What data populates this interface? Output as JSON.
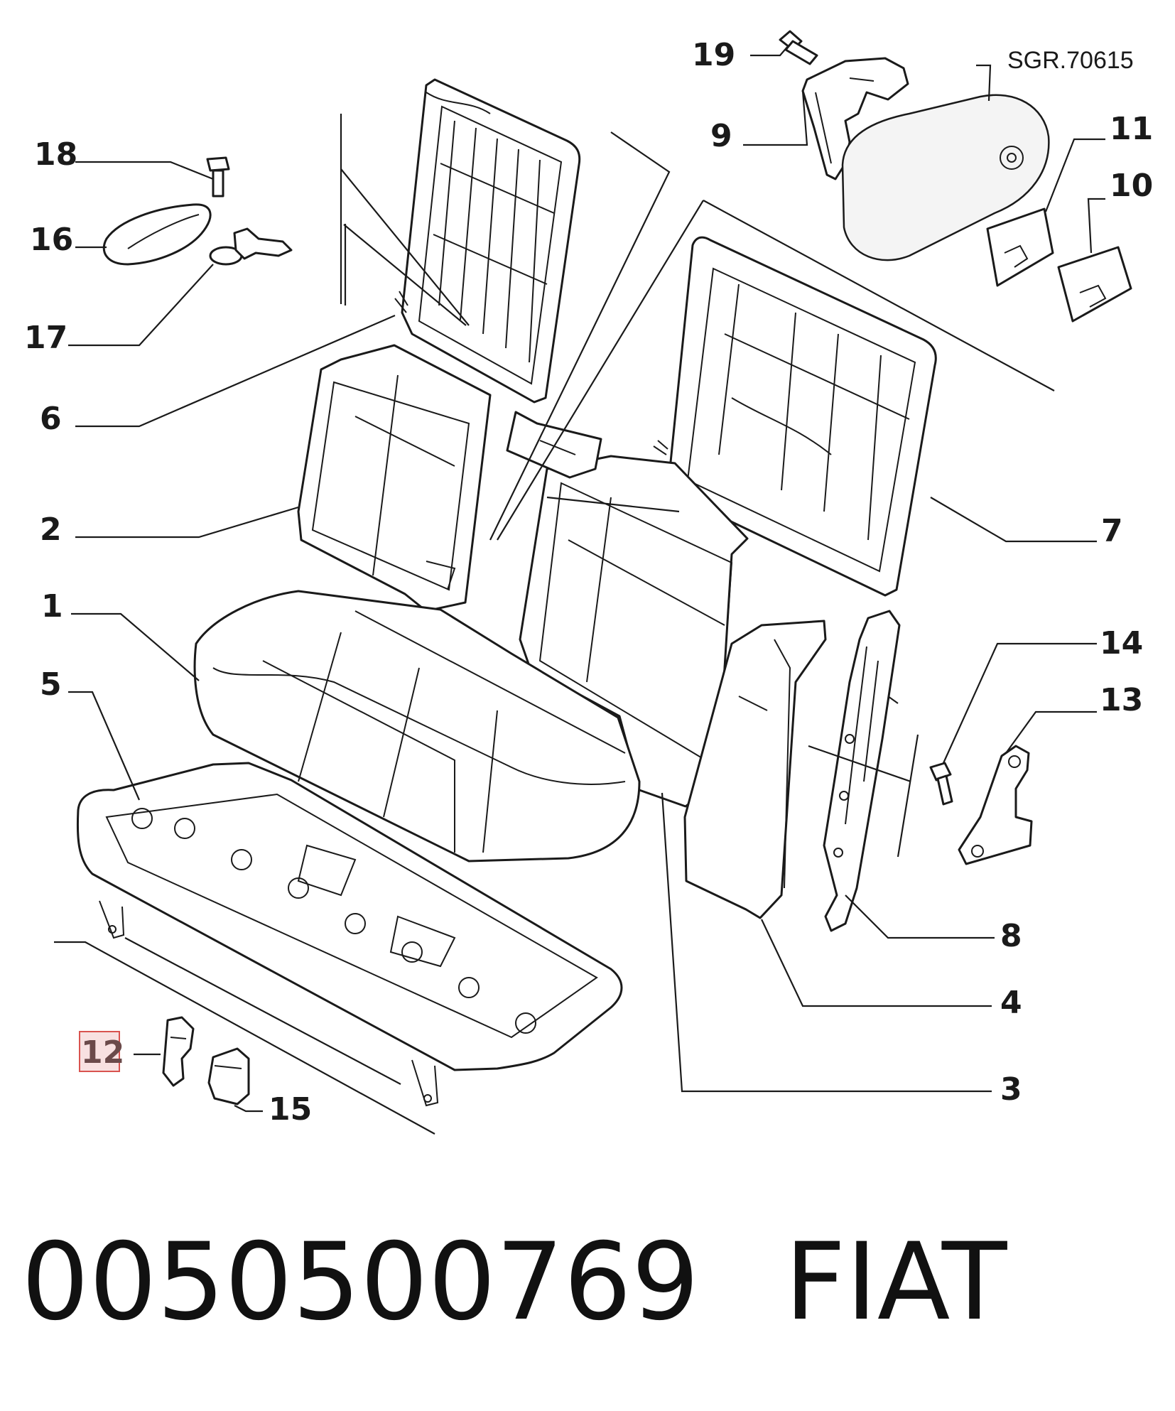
{
  "diagram": {
    "reference_code": "SGR.70615",
    "highlighted_callout": "12",
    "callouts": [
      "1",
      "2",
      "3",
      "4",
      "5",
      "6",
      "7",
      "8",
      "9",
      "10",
      "11",
      "12",
      "13",
      "14",
      "15",
      "16",
      "17",
      "18",
      "19"
    ]
  },
  "footer": {
    "part_number": "0050500769",
    "brand": "FIAT"
  },
  "colors": {
    "highlight_fill": "#f8e1e1",
    "highlight_stroke": "#d9534f",
    "line": "#1a1a1a"
  }
}
